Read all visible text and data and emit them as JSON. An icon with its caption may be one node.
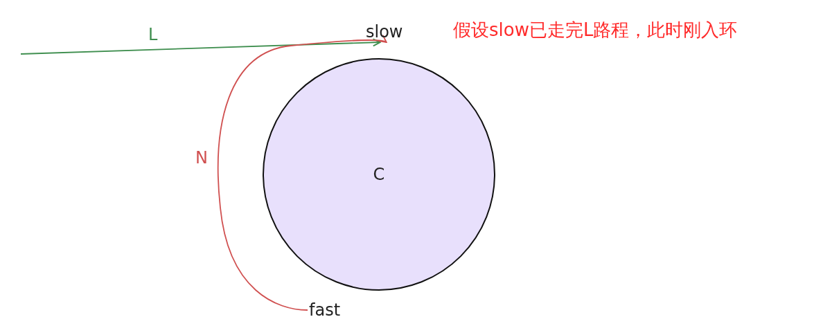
{
  "diagram": {
    "nodes": [
      {
        "text": [
          "C"
        ]
      },
      {
        "text": [
          "slow"
        ]
      },
      {
        "text": [
          "fast"
        ]
      }
    ],
    "edges": [
      {
        "from": null,
        "to": 1,
        "arrow": "to",
        "label": "L",
        "color": "#3e8e4e"
      },
      {
        "from": 2,
        "to": 1,
        "arrow": "to",
        "label": "N",
        "color": "#d05050"
      }
    ],
    "labels": [
      "假设slow已走完L路程，此时刚入环"
    ]
  }
}
